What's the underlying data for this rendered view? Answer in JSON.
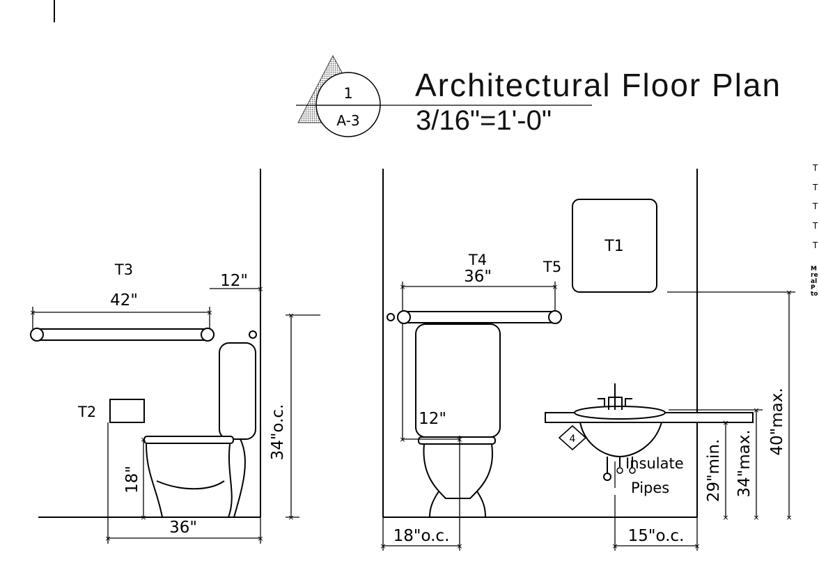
{
  "title_block": {
    "callout_number": "1",
    "callout_sheet": "A-3",
    "title": "Architectural Floor Plan",
    "scale": "3/16\"=1'-0\""
  },
  "left_elevation": {
    "grab_bar_tag": "T3",
    "grab_bar_length": "42\"",
    "grab_bar_offset": "12\"",
    "tissue_tag": "T2",
    "seat_height": "18\"",
    "bar_height": "34\"o.c.",
    "centerline": "36\""
  },
  "right_elevation": {
    "grab_bar_tag": "T4",
    "grab_bar_length": "36\"",
    "grab_bar_drop": "12\"",
    "mirror_tag": "T1",
    "soap_tag": "T5",
    "keynote": "4",
    "insulate_line1": "Insulate",
    "insulate_line2": "Pipes",
    "toilet_centerline": "18\"o.c.",
    "sink_centerline": "15\"o.c.",
    "knee_clearance": "29\"min.",
    "rim_height": "34\"max.",
    "mirror_height": "40\"max."
  },
  "notes_column": {
    "tags": [
      "T",
      "T",
      "T",
      "T",
      "T"
    ],
    "text_lines": [
      "M",
      "re",
      "al",
      "P",
      "to"
    ]
  }
}
